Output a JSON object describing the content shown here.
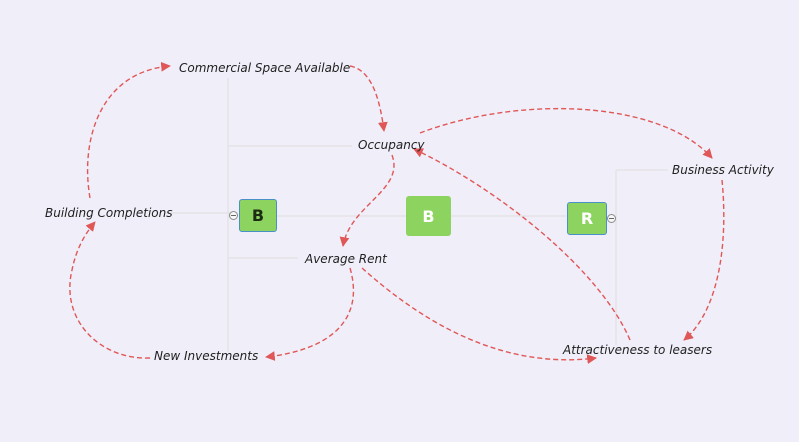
{
  "colors": {
    "background": "#f0eef9",
    "link": "#e05757",
    "tree_line": "#e2e2e2",
    "loop_fill": "#8dd35f",
    "loop_outline": "#4a90c8",
    "loop_text_dark": "#1e2b14",
    "loop_text_light": "#ffffff"
  },
  "nodes": {
    "commercial_space": "Commercial Space Available",
    "occupancy": "Occupancy",
    "business_activity": "Business Activity",
    "building_completions": "Building Completions",
    "average_rent": "Average Rent",
    "new_investments": "New Investments",
    "attractiveness": "Attractiveness to leasers"
  },
  "loops": {
    "left": "B",
    "center": "B",
    "right": "R"
  }
}
